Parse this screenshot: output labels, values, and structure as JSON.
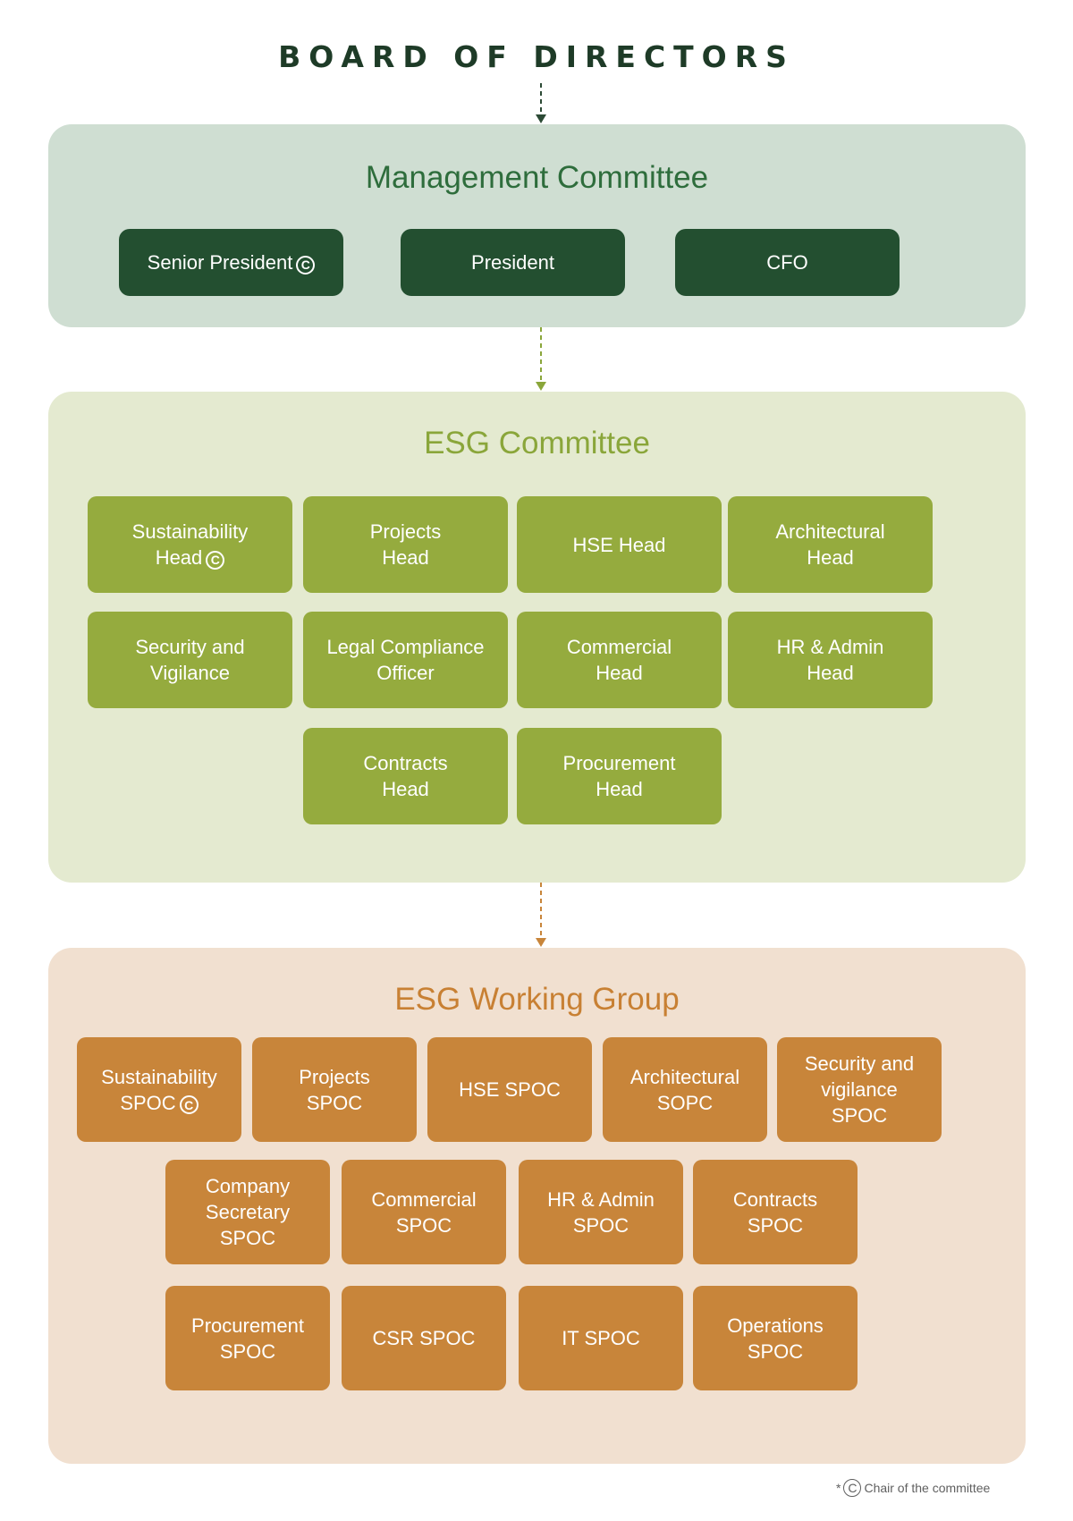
{
  "board": {
    "title": "BOARD OF DIRECTORS"
  },
  "chair_symbol": "C",
  "management_committee": {
    "title": "Management Committee",
    "members": [
      {
        "label": "Senior President",
        "chair": true
      },
      {
        "label": "President",
        "chair": false
      },
      {
        "label": "CFO",
        "chair": false
      }
    ]
  },
  "esg_committee": {
    "title": "ESG Committee",
    "members": [
      {
        "lines": [
          "Sustainability",
          "Head"
        ],
        "chair": true
      },
      {
        "lines": [
          "Projects",
          "Head"
        ],
        "chair": false
      },
      {
        "lines": [
          "HSE Head"
        ],
        "chair": false
      },
      {
        "lines": [
          "Architectural",
          "Head"
        ],
        "chair": false
      },
      {
        "lines": [
          "Security and",
          "Vigilance"
        ],
        "chair": false
      },
      {
        "lines": [
          "Legal Compliance",
          "Officer"
        ],
        "chair": false
      },
      {
        "lines": [
          "Commercial",
          "Head"
        ],
        "chair": false
      },
      {
        "lines": [
          "HR & Admin",
          "Head"
        ],
        "chair": false
      },
      {
        "lines": [
          "Contracts",
          "Head"
        ],
        "chair": false
      },
      {
        "lines": [
          "Procurement",
          "Head"
        ],
        "chair": false
      }
    ]
  },
  "esg_working_group": {
    "title": "ESG Working Group",
    "members": [
      {
        "lines": [
          "Sustainability",
          "SPOC"
        ],
        "chair": true
      },
      {
        "lines": [
          "Projects",
          "SPOC"
        ],
        "chair": false
      },
      {
        "lines": [
          "HSE SPOC"
        ],
        "chair": false
      },
      {
        "lines": [
          "Architectural",
          "SOPC"
        ],
        "chair": false
      },
      {
        "lines": [
          "Security and",
          "vigilance",
          "SPOC"
        ],
        "chair": false
      },
      {
        "lines": [
          "Company",
          "Secretary",
          "SPOC"
        ],
        "chair": false
      },
      {
        "lines": [
          "Commercial",
          "SPOC"
        ],
        "chair": false
      },
      {
        "lines": [
          "HR & Admin",
          "SPOC"
        ],
        "chair": false
      },
      {
        "lines": [
          "Contracts",
          "SPOC"
        ],
        "chair": false
      },
      {
        "lines": [
          "Procurement",
          "SPOC"
        ],
        "chair": false
      },
      {
        "lines": [
          "CSR SPOC"
        ],
        "chair": false
      },
      {
        "lines": [
          "IT SPOC"
        ],
        "chair": false
      },
      {
        "lines": [
          "Operations",
          "SPOC"
        ],
        "chair": false
      }
    ]
  },
  "footnote": {
    "asterisk": "*",
    "text": "Chair of the committee"
  },
  "colors": {
    "management_accent": "#234f30",
    "esg_accent": "#95ab3e",
    "working_group_accent": "#c8853a"
  }
}
